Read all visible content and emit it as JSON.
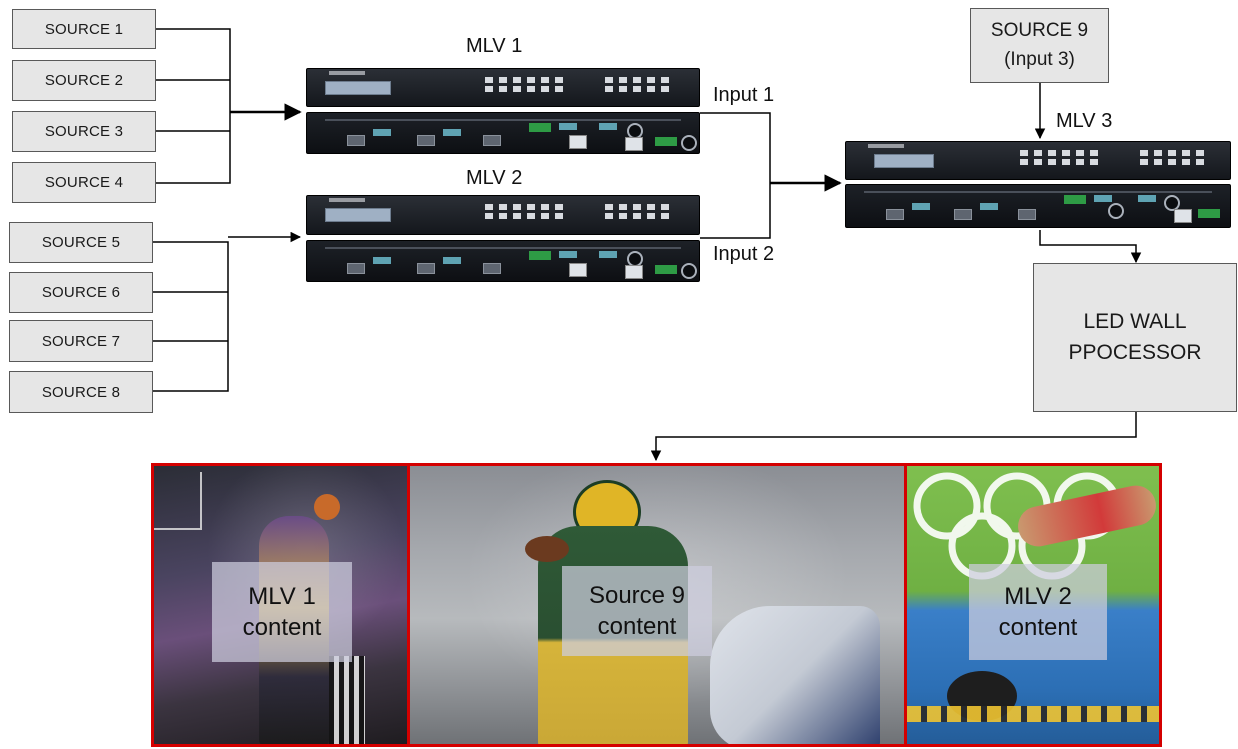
{
  "sources_left": [
    {
      "label": "SOURCE 1"
    },
    {
      "label": "SOURCE 2"
    },
    {
      "label": "SOURCE 3"
    },
    {
      "label": "SOURCE 4"
    },
    {
      "label": "SOURCE 5"
    },
    {
      "label": "SOURCE 6"
    },
    {
      "label": "SOURCE 7"
    },
    {
      "label": "SOURCE 8"
    }
  ],
  "source9": {
    "line1": "SOURCE 9",
    "line2": "(Input 3)"
  },
  "devices": {
    "mlv1": "MLV 1",
    "mlv2": "MLV 2",
    "mlv3": "MLV 3"
  },
  "inputs": {
    "input1": "Input 1",
    "input2": "Input 2"
  },
  "processor": {
    "line1": "LED WALL",
    "line2": "PPOCESSOR"
  },
  "panels": {
    "left": {
      "line1": "MLV 1",
      "line2": "content",
      "scene": "basketball-dunk-photo"
    },
    "center": {
      "line1": "Source 9",
      "line2": "content",
      "scene": "american-football-photo"
    },
    "right": {
      "line1": "MLV 2",
      "line2": "content",
      "scene": "diving-and-swimming-photo"
    }
  },
  "colors": {
    "panel_border": "#d40000",
    "box_fill": "#e6e6e6",
    "line": "#000000"
  }
}
